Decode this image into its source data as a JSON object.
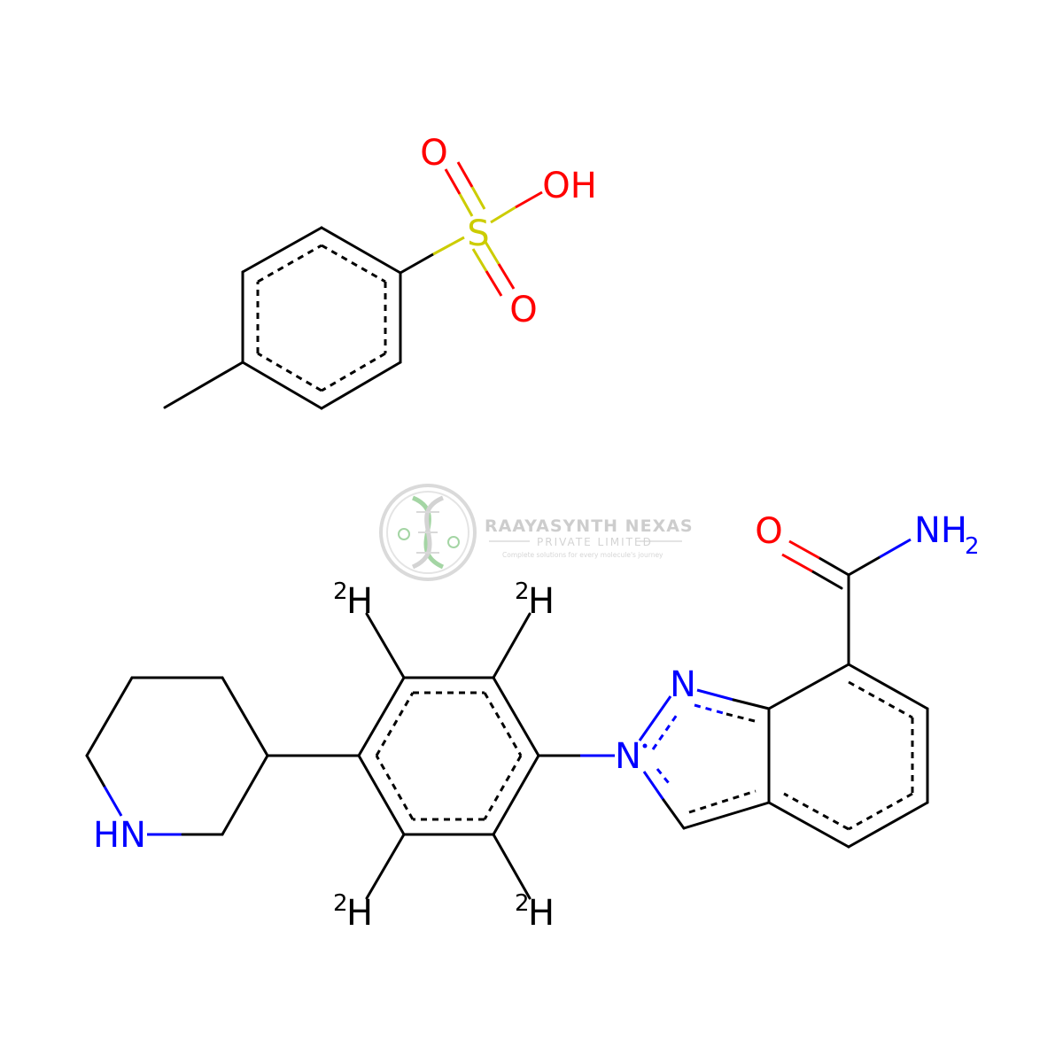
{
  "colors": {
    "carbon_bond": "#000000",
    "nitrogen": "#0000ff",
    "oxygen": "#ff0000",
    "sulfur": "#cccc00",
    "watermark": "#c8c8c8",
    "watermark_accent": "#9bd19b"
  },
  "watermark": {
    "title": "RAAYASYNTH NEXAS",
    "subtitle": "PRIVATE LIMITED",
    "tagline": "Complete solutions for every molecule's journey",
    "icon": "dna-helix-logo-icon"
  },
  "tosylate": {
    "sulfur": "S",
    "oxygen_top": "O",
    "oxygen_bottom": "O",
    "hydroxyl": "OH"
  },
  "amine_salt": {
    "amide_oxygen": "O",
    "amide_nitrogen": "NH",
    "amide_subscript": "2",
    "indazole_n1": "N",
    "indazole_n2": "N",
    "piperidine_nh": "HN",
    "deuterium": [
      {
        "mass": "2",
        "symbol": "H"
      },
      {
        "mass": "2",
        "symbol": "H"
      },
      {
        "mass": "2",
        "symbol": "H"
      },
      {
        "mass": "2",
        "symbol": "H"
      }
    ]
  }
}
